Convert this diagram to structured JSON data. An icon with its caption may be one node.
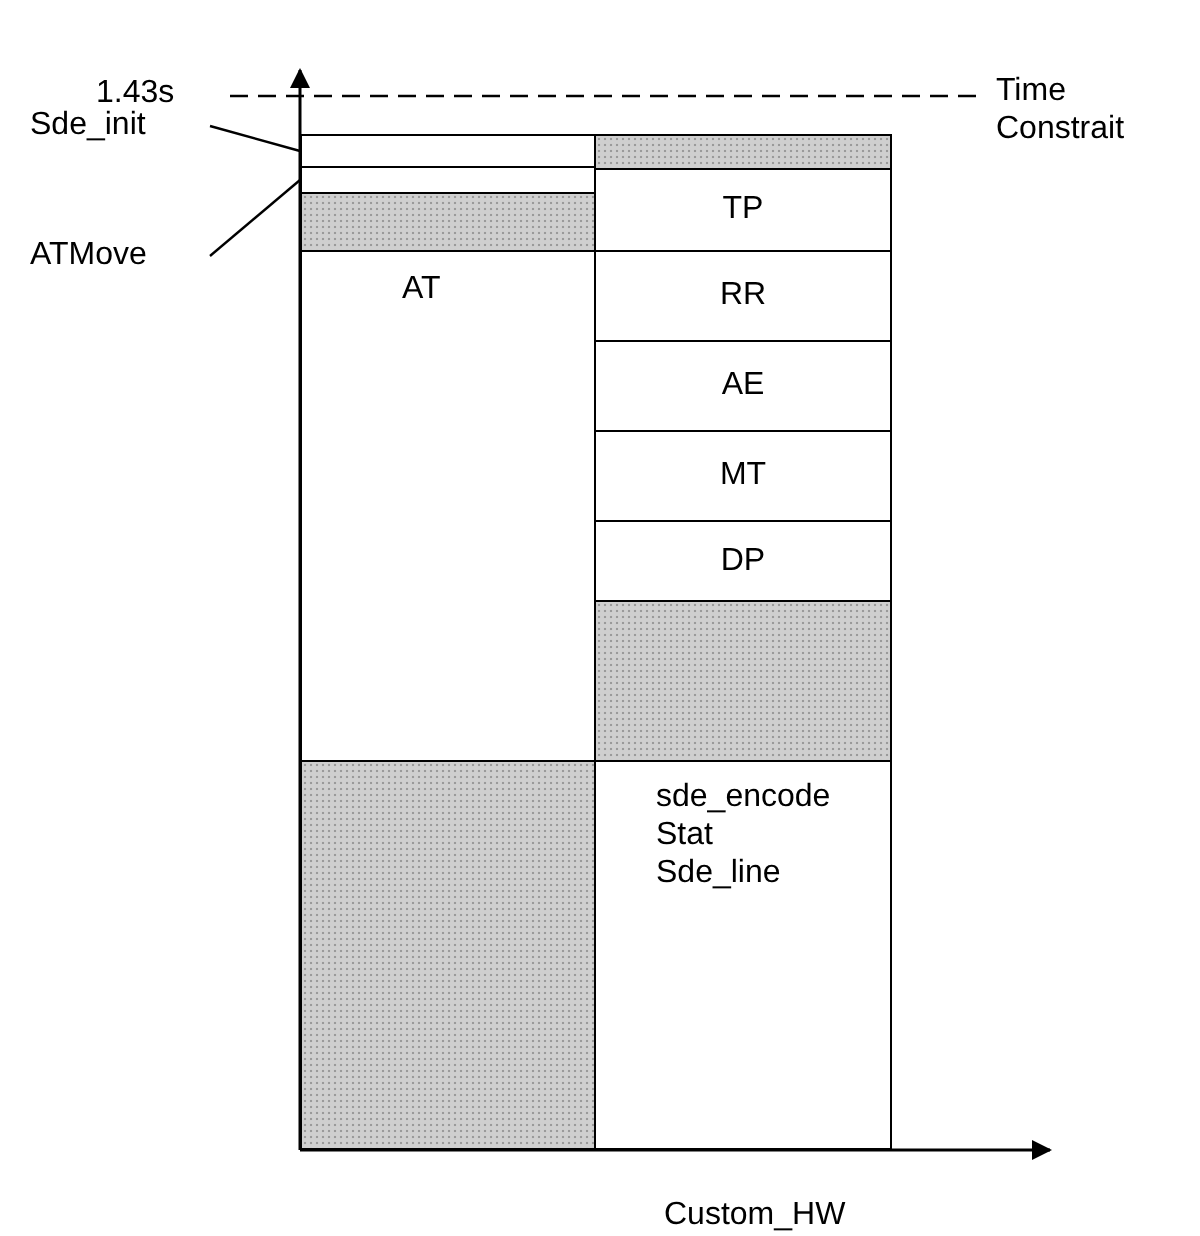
{
  "diagram": {
    "nodes": [
      {
        "text": [],
        "shape": "box"
      },
      {
        "text": [],
        "shape": "box"
      },
      {
        "text": [],
        "shape": "box"
      },
      {
        "text": [
          "AT"
        ]
      },
      {
        "text": [],
        "shape": "box"
      },
      {
        "text": [],
        "shape": "box"
      },
      {
        "text": [
          "TP"
        ]
      },
      {
        "text": [
          "RR"
        ]
      },
      {
        "text": [
          "AE"
        ]
      },
      {
        "text": [
          "MT"
        ]
      },
      {
        "text": [
          "DP"
        ]
      },
      {
        "text": [],
        "shape": "box"
      },
      {
        "text": [
          "sde_encode",
          "Stat",
          "Sde_line"
        ]
      },
      {
        "text": [
          "Sde_init"
        ]
      },
      {
        "text": [
          "ATMove"
        ]
      }
    ],
    "edges": [
      {
        "from": 13,
        "to": 0,
        "arrow": "none"
      },
      {
        "from": 14,
        "to": 1,
        "arrow": "none"
      }
    ],
    "labels": [
      "Time Constrait",
      "1.43s",
      "Custom_HW"
    ]
  }
}
